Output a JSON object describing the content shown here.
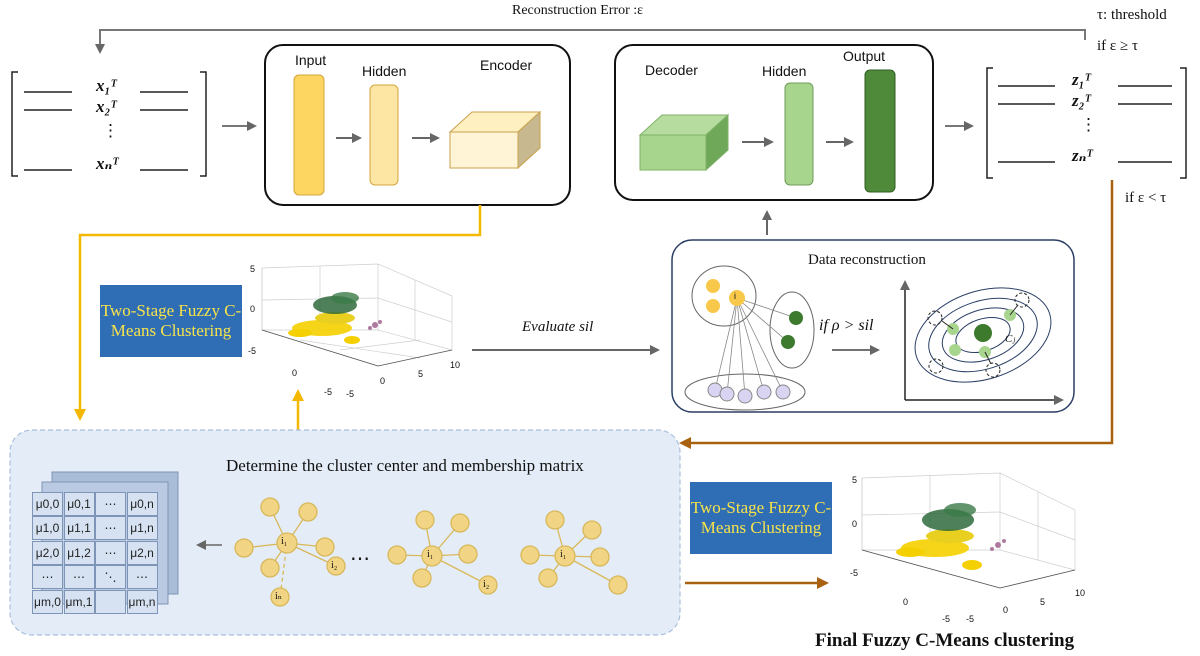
{
  "top": {
    "reconstruction_label": "Reconstruction Error :ε",
    "threshold_label": "τ: threshold",
    "cond_ge": "if ε ≥ τ",
    "cond_lt": "if ε < τ"
  },
  "input_matrix": {
    "rows": [
      "x₁ᵀ",
      "x₂ᵀ",
      "⋮",
      "xₙᵀ"
    ]
  },
  "output_matrix": {
    "rows": [
      "z₁ᵀ",
      "z₂ᵀ",
      "⋮",
      "zₙᵀ"
    ]
  },
  "encoder": {
    "input": "Input",
    "hidden": "Hidden",
    "encoder": "Encoder"
  },
  "decoder": {
    "decoder": "Decoder",
    "hidden": "Hidden",
    "output": "Output"
  },
  "stage1": {
    "box": "Two-Stage Fuzzy C-Means Clustering",
    "evaluate": "Evaluate sil"
  },
  "recon": {
    "title": "Data reconstruction",
    "condition": "if ρ > sil",
    "center": "Cⱼ",
    "node": "i"
  },
  "bottom": {
    "title": "Determine the cluster center and membership matrix",
    "dots": "⋯",
    "node_i1": "i₁",
    "node_i2": "i₂",
    "node_in": "iₙ"
  },
  "membership": {
    "cells": [
      [
        "μ0,0",
        "μ0,1",
        "⋯",
        "μ0,n"
      ],
      [
        "μ1,0",
        "μ1,1",
        "⋯",
        "μ1,n"
      ],
      [
        "μ2,0",
        "μ1,2",
        "⋯",
        "μ2,n"
      ],
      [
        "⋯",
        "⋯",
        "⋱",
        "⋯"
      ],
      [
        "μm,0",
        "μm,1",
        "",
        "μm,n"
      ]
    ]
  },
  "final": {
    "box": "Two-Stage Fuzzy C-Means Clustering",
    "caption": "Final Fuzzy C-Means clustering"
  },
  "plot_ticks": {
    "z": [
      "5",
      "0",
      "-5"
    ],
    "x": [
      "0",
      "-5"
    ],
    "y": [
      "-5",
      "0",
      "5",
      "10"
    ]
  },
  "colors": {
    "accent_yellow": "#f5c518",
    "accent_brown": "#a8620f",
    "box_blue": "#2f6db5"
  }
}
